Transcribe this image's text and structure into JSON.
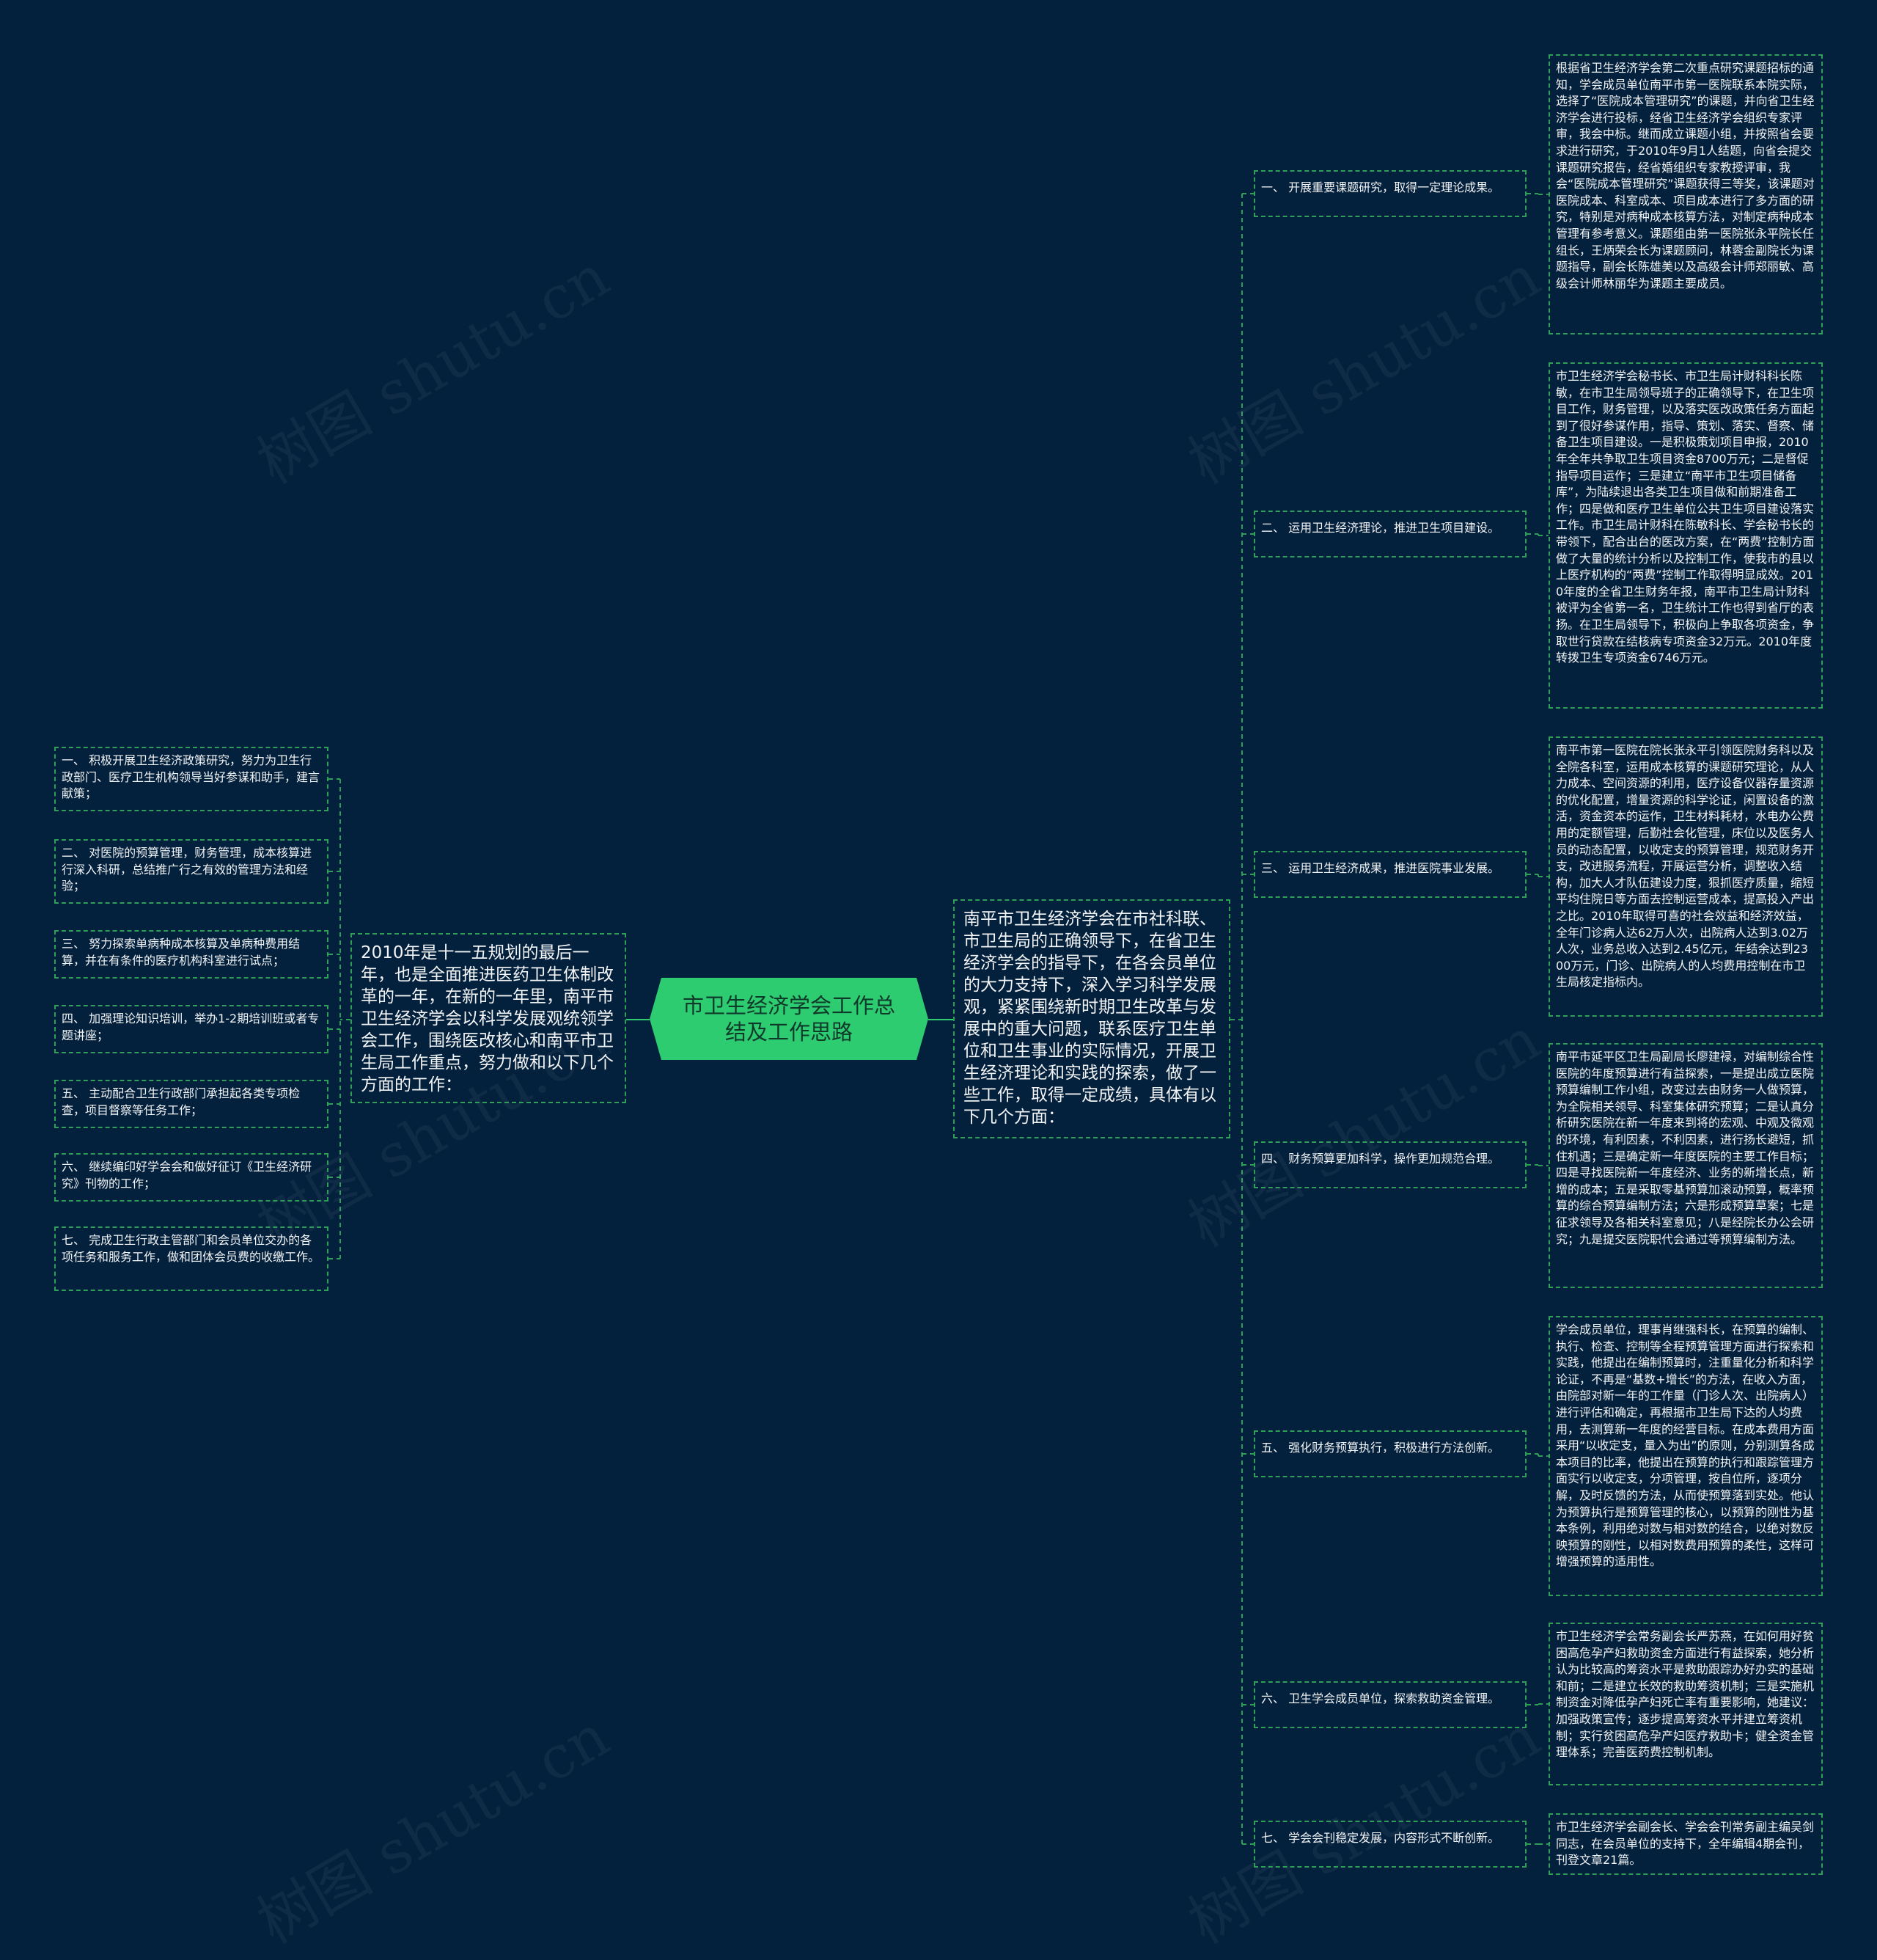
{
  "watermark": "树图 shutu.cn",
  "root": "市卫生经济学会工作总结及工作思路",
  "left_summary": "2010年是十一五规划的最后一年，也是全面推进医药卫生体制改革的一年，在新的一年里，南平市卫生经济学会以科学发展观统领学会工作，围绕医改核心和南平市卫生局工作重点，努力做和以下几个方面的工作：",
  "left_items": [
    "一、 积极开展卫生经济政策研究，努力为卫生行政部门、医疗卫生机构领导当好参谋和助手，建言献策；",
    "二、 对医院的预算管理，财务管理，成本核算进行深入科研，总结推广行之有效的管理方法和经验；",
    "三、 努力探索单病种成本核算及单病种费用结算，并在有条件的医疗机构科室进行试点；",
    "四、 加强理论知识培训，举办1-2期培训班或者专题讲座；",
    "五、 主动配合卫生行政部门承担起各类专项检查，项目督察等任务工作；",
    "六、 继续编印好学会会和做好征订《卫生经济研究》刊物的工作；",
    "七、 完成卫生行政主管部门和会员单位交办的各项任务和服务工作，做和团体会员费的收缴工作。"
  ],
  "right_summary": "南平市卫生经济学会在市社科联、市卫生局的正确领导下，在省卫生经济学会的指导下，在各会员单位的大力支持下，深入学习科学发展观，紧紧围绕新时期卫生改革与发展中的重大问题，联系医疗卫生单位和卫生事业的实际情况，开展卫生经济理论和实践的探索，做了一些工作，取得一定成绩，具体有以下几个方面：",
  "right_branches": [
    {
      "title": "一、 开展重要课题研究，取得一定理论成果。",
      "detail": "根据省卫生经济学会第二次重点研究课题招标的通知，学会成员单位南平市第一医院联系本院实际，选择了“医院成本管理研究”的课题，并向省卫生经济学会进行投标，经省卫生经济学会组织专家评审，我会中标。继而成立课题小组，并按照省会要求进行研究，于2010年9月1人结题，向省会提交课题研究报告，经省婚组织专家教授评审，我会“医院成本管理研究”课题获得三等奖，该课题对医院成本、科室成本、项目成本进行了多方面的研究，特别是对病种成本核算方法，对制定病种成本管理有参考意义。课题组由第一医院张永平院长任组长，王炳荣会长为课题顾问，林蓉金副院长为课题指导，副会长陈雄美以及高级会计师郑丽敏、高级会计师林丽华为课题主要成员。"
    },
    {
      "title": "二、 运用卫生经济理论，推进卫生项目建设。",
      "detail": "市卫生经济学会秘书长、市卫生局计财科科长陈敏，在市卫生局领导班子的正确领导下，在卫生项目工作，财务管理，以及落实医改政策任务方面起到了很好参谋作用，指导、策划、落实、督察、储备卫生项目建设。一是积极策划项目申报，2010年全年共争取卫生项目资金8700万元；二是督促指导项目运作；三是建立“南平市卫生项目储备库”，为陆续退出各类卫生项目做和前期准备工作；四是做和医疗卫生单位公共卫生项目建设落实工作。市卫生局计财科在陈敏科长、学会秘书长的带领下，配合出台的医改方案，在“两费”控制方面做了大量的统计分析以及控制工作，使我市的县以上医疗机构的“两费”控制工作取得明显成效。2010年度的全省卫生财务年报，南平市卫生局计财科被评为全省第一名，卫生统计工作也得到省厅的表扬。在卫生局领导下，积极向上争取各项资金，争取世行贷款在结核病专项资金32万元。2010年度转拨卫生专项资金6746万元。"
    },
    {
      "title": "三、 运用卫生经济成果，推进医院事业发展。",
      "detail": "南平市第一医院在院长张永平引领医院财务科以及全院各科室，运用成本核算的课题研究理论，从人力成本、空间资源的利用，医疗设备仪器存量资源的优化配置，增量资源的科学论证，闲置设备的激活，资金资本的运作，卫生材料耗材，水电办公费用的定额管理，后勤社会化管理，床位以及医务人员的动态配置，以收定支的预算管理，规范财务开支，改进服务流程，开展运营分析，调整收入结构，加大人才队伍建设力度，狠抓医疗质量，缩短平均住院日等方面去控制运营成本，提高投入产出之比。2010年取得可喜的社会效益和经济效益，全年门诊病人达62万人次，出院病人达到3.02万人次，业务总收入达到2.45亿元，年结余达到2300万元，门诊、出院病人的人均费用控制在市卫生局核定指标内。"
    },
    {
      "title": "四、 财务预算更加科学，操作更加规范合理。",
      "detail": "南平市延平区卫生局副局长廖建禄，对编制综合性医院的年度预算进行有益探索，一是提出成立医院预算编制工作小组，改变过去由财务一人做预算，为全院相关领导、科室集体研究预算；二是认真分析研究医院在新一年度来到将的宏观、中观及微观的环境，有利因素，不利因素，进行扬长避短，抓住机遇；三是确定新一年度医院的主要工作目标；四是寻找医院新一年度经济、业务的新增长点，新增的成本；五是采取零基预算加滚动预算，概率预算的综合预算编制方法；六是形成预算草案；七是征求领导及各相关科室意见；八是经院长办公会研究；九是提交医院职代会通过等预算编制方法。"
    },
    {
      "title": "五、 强化财务预算执行，积极进行方法创新。",
      "detail": "学会成员单位，理事肖继强科长，在预算的编制、执行、检查、控制等全程预算管理方面进行探索和实践，他提出在编制预算时，注重量化分析和科学论证，不再是“基数+增长”的方法，在收入方面，由院部对新一年的工作量（门诊人次、出院病人）进行评估和确定，再根据市卫生局下达的人均费用，去测算新一年度的经营目标。在成本费用方面采用“以收定支，量入为出”的原则，分别测算各成本项目的比率，他提出在预算的执行和跟踪管理方面实行以收定支，分项管理，按自位所，逐项分解，及时反馈的方法，从而使预算落到实处。他认为预算执行是预算管理的核心，以预算的刚性为基本条例，利用绝对数与相对数的结合，以绝对数反映预算的刚性，以相对数费用预算的柔性，这样可增强预算的适用性。"
    },
    {
      "title": "六、 卫生学会成员单位，探索救助资金管理。",
      "detail": "市卫生经济学会常务副会长严苏燕，在如何用好贫困高危孕产妇救助资金方面进行有益探索，她分析认为比较高的筹资水平是救助跟踪办好办实的基础和前；二是建立长效的救助筹资机制；三是实施机制资金对降低孕产妇死亡率有重要影响，她建议：加强政策宣传；逐步提高筹资水平并建立筹资机制；实行贫困高危孕产妇医疗救助卡；健全资金管理体系；完善医药费控制机制。"
    },
    {
      "title": "七、 学会会刊稳定发展，内容形式不断创新。",
      "detail": "市卫生经济学会副会长、学会会刊常务副主编吴剑同志，在会员单位的支持下，全年编辑4期会刊，刊登文章21篇。"
    }
  ]
}
